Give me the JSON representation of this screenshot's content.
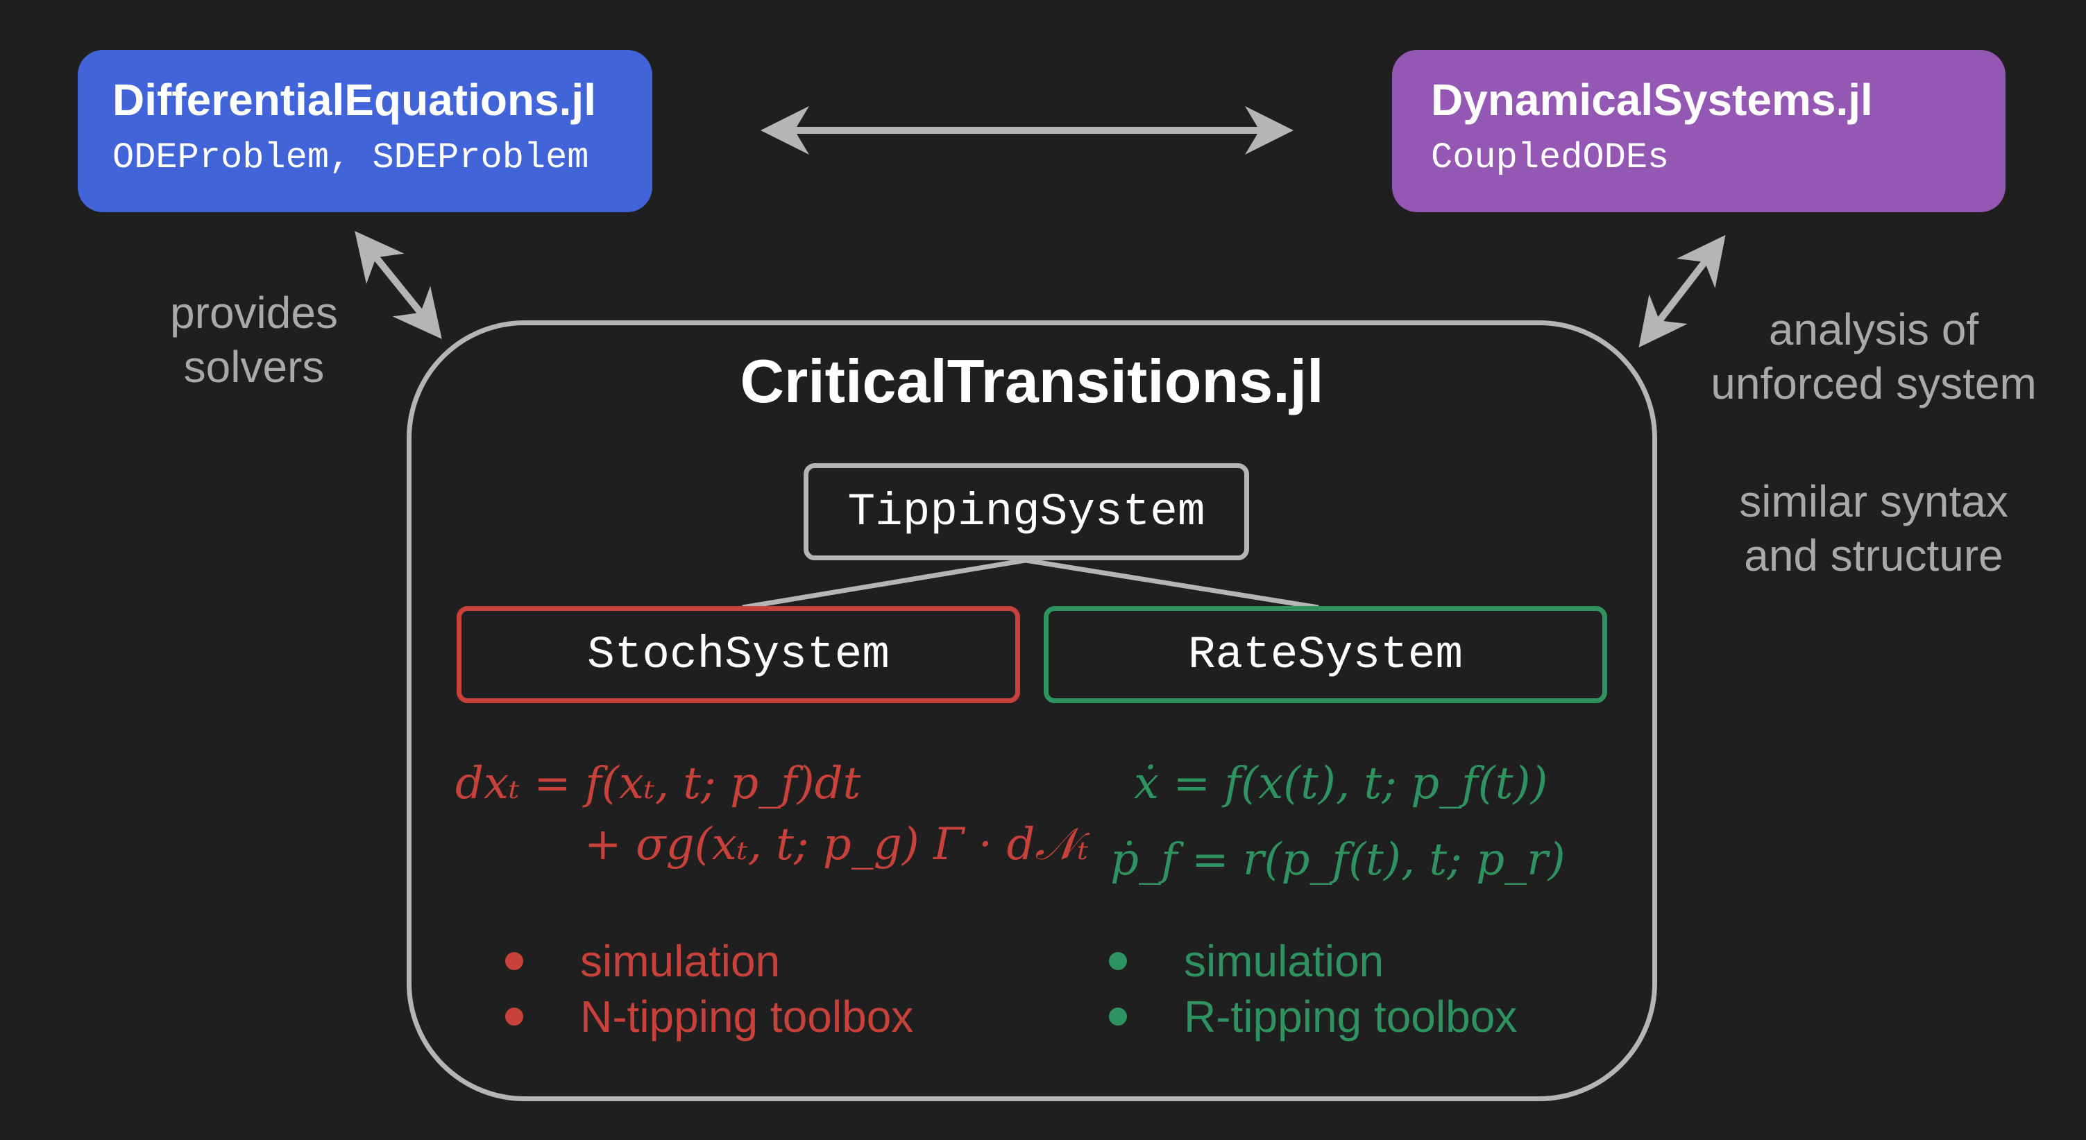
{
  "packages": {
    "diffeq": {
      "title": "DifferentialEquations.jl",
      "subtitle": "ODEProblem, SDEProblem",
      "color": "#4264d9"
    },
    "dynsys": {
      "title": "DynamicalSystems.jl",
      "subtitle": "CoupledODEs",
      "color": "#9457b3"
    }
  },
  "labels": {
    "provides_solvers": [
      "provides",
      "solvers"
    ],
    "analysis": [
      "analysis of",
      "unforced system"
    ],
    "similar": [
      "similar syntax",
      "and structure"
    ]
  },
  "main": {
    "title": "CriticalTransitions.jl",
    "tipping_system": "TippingSystem",
    "stoch_system": "StochSystem",
    "rate_system": "RateSystem"
  },
  "equations": {
    "stoch_line1": "dxₜ = f(xₜ, t; p_f)dt",
    "stoch_line2": "+ σg(xₜ, t; p_g) Γ · d𝒩ₜ",
    "rate_line1": "ẋ = f(x(t), t; p_f(t))",
    "rate_line2": "ṗ_f = r(p_f(t), t; p_r)"
  },
  "stoch_features": [
    "simulation",
    "N-tipping toolbox"
  ],
  "rate_features": [
    "simulation",
    "R-tipping toolbox"
  ],
  "colors": {
    "background": "#1f1f1f",
    "stoch": "#c8413b",
    "rate": "#2f9360",
    "frame": "#b5b5b5",
    "label": "#a9a9a9"
  }
}
